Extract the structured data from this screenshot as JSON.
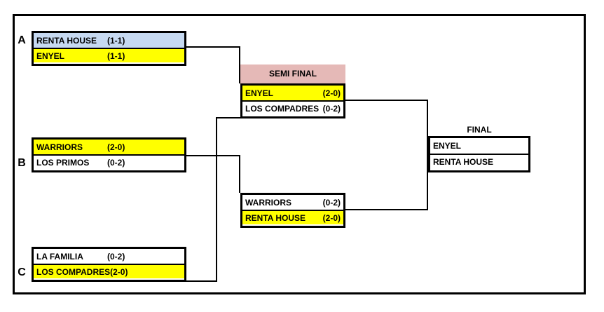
{
  "colors": {
    "winner_highlight": "#FFFF00",
    "group_a_top_row": "#C6D9F1",
    "semi_header_bg": "#E5B9B7",
    "line": "#000000",
    "border": "#000000"
  },
  "groups": [
    {
      "label": "A",
      "teams": [
        {
          "name": "RENTA HOUSE",
          "record": "(1-1)",
          "fill": "blue"
        },
        {
          "name": "ENYEL",
          "record": "(1-1)",
          "fill": "yellow"
        }
      ]
    },
    {
      "label": "B",
      "teams": [
        {
          "name": "WARRIORS",
          "record": "(2-0)",
          "fill": "yellow"
        },
        {
          "name": "LOS PRIMOS",
          "record": "(0-2)",
          "fill": "white"
        }
      ]
    },
    {
      "label": "C",
      "teams": [
        {
          "name": "LA FAMILIA",
          "record": "(0-2)",
          "fill": "white"
        },
        {
          "name": "LOS COMPADRES",
          "record": "(2-0)",
          "fill": "yellow"
        }
      ]
    }
  ],
  "semifinal": {
    "title": "SEMI FINAL",
    "match1": {
      "teams": [
        {
          "name": "ENYEL",
          "record": "(2-0)",
          "fill": "yellow"
        },
        {
          "name": "LOS COMPADRES",
          "record": "(0-2)",
          "fill": "white"
        }
      ]
    },
    "match2": {
      "teams": [
        {
          "name": "WARRIORS",
          "record": "(0-2)",
          "fill": "white"
        },
        {
          "name": "RENTA HOUSE",
          "record": "(2-0)",
          "fill": "yellow"
        }
      ]
    }
  },
  "final": {
    "title": "FINAL",
    "teams": [
      {
        "name": "ENYEL"
      },
      {
        "name": "RENTA HOUSE"
      }
    ]
  }
}
